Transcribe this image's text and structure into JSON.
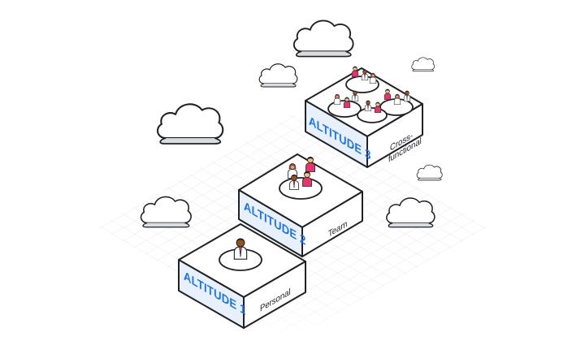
{
  "levels": [
    {
      "title": "ALTITUDE 1",
      "subtitle": "Personal",
      "people": 1
    },
    {
      "title": "ALTITUDE 2",
      "subtitle": "Team",
      "people": 4
    },
    {
      "title": "ALTITUDE 3",
      "subtitle": "Cross-functional",
      "subtitle_lines": [
        "Cross-",
        "functional"
      ],
      "groups": 4
    }
  ],
  "colors": {
    "accent_blue": "#1a73e8",
    "side_panel": "#e8f0fe",
    "figure_magenta": "#e8336b",
    "outline": "#202124",
    "grid": "#e4e4e4"
  },
  "icons": [
    "cloud-icon",
    "person-icon"
  ]
}
